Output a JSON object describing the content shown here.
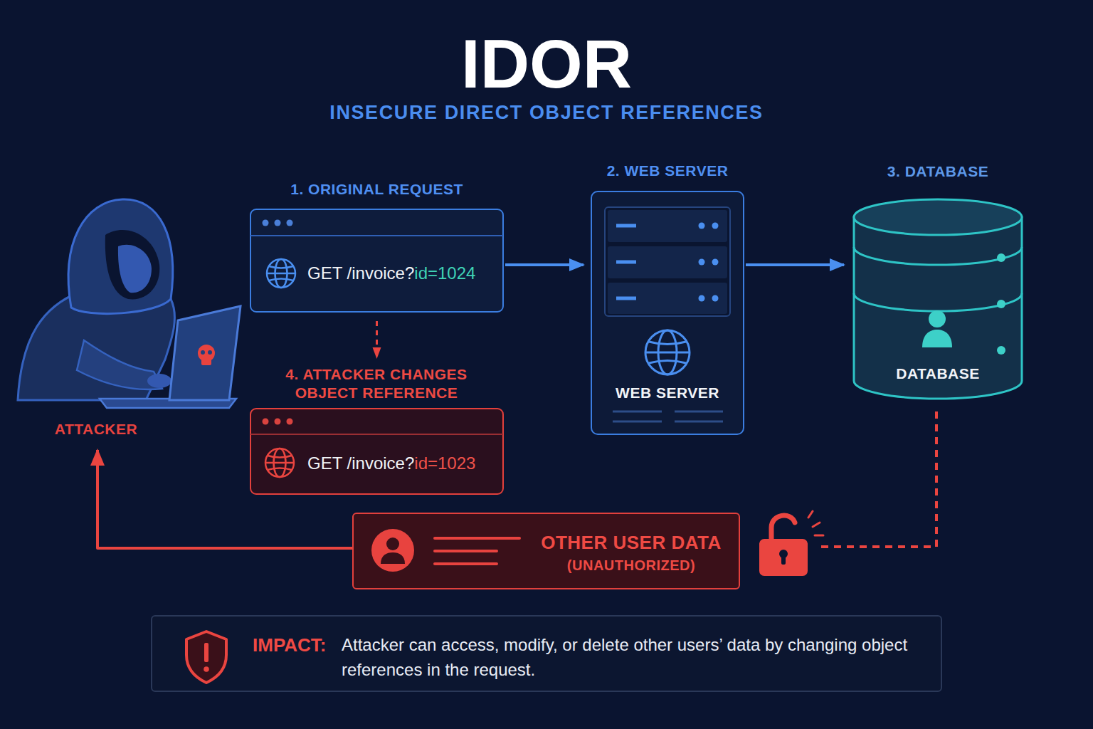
{
  "diagram": {
    "title": "IDOR",
    "nodes": [
      {
        "text": [
          "ATTACKER"
        ]
      },
      {
        "text": [
          "1. ORIGINAL REQUEST",
          "GET /invoice?",
          "id=1024"
        ]
      },
      {
        "text": [
          "2. WEB SERVER",
          "WEB SERVER"
        ]
      },
      {
        "text": [
          "3. DATABASE",
          "DATABASE"
        ]
      },
      {
        "text": [
          "4. ATTACKER CHANGES OBJECT REFERENCE",
          "GET /invoice?",
          "id=1023"
        ]
      },
      {
        "text": [
          "OTHER USER DATA",
          "(UNAUTHORIZED)"
        ]
      },
      {
        "text": [
          "IMPACT:",
          "Attacker can access, modify, or delete other users’ data by changing object references in the request."
        ]
      }
    ],
    "edges": [
      {
        "from": 1,
        "to": 2,
        "arrow": "to"
      },
      {
        "from": 2,
        "to": 3,
        "arrow": "to"
      },
      {
        "from": 1,
        "to": 4,
        "arrow": "to"
      },
      {
        "from": 3,
        "to": 5,
        "arrow": "none"
      },
      {
        "from": 5,
        "to": 0,
        "arrow": "to"
      }
    ],
    "labels": [
      "INSECURE DIRECT OBJECT REFERENCES"
    ]
  }
}
